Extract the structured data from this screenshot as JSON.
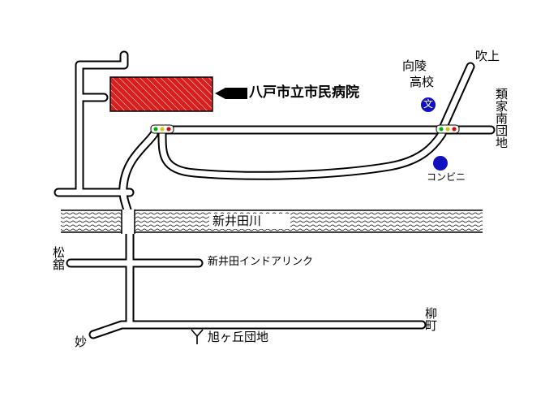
{
  "map": {
    "hospital_label": "八戸市立市民病院",
    "fukiage": "吹上",
    "mukairyo_koko_line1": "向陵",
    "mukairyo_koko_line2": "高校",
    "school_symbol": "文",
    "ruike_danchi": "類家南団地",
    "convenience_store": "コンビニ",
    "river": "新井田川",
    "interchange": "新井田インドアリンク",
    "matsudate": "松舘",
    "yanagimachi": "柳町",
    "myo": "妙",
    "asahigaoka": "旭ヶ丘団地",
    "road_symbol": "Y",
    "colors": {
      "hospital_fill": "#d81e1e",
      "school_marker": "#1010c0",
      "river_pattern": "#000000",
      "signal_green": "#00b000",
      "signal_yellow": "#e0c000",
      "signal_red": "#e00000"
    },
    "icons": [
      "arrow-icon",
      "traffic-signal-icon",
      "school-icon",
      "convenience-store-icon"
    ]
  }
}
